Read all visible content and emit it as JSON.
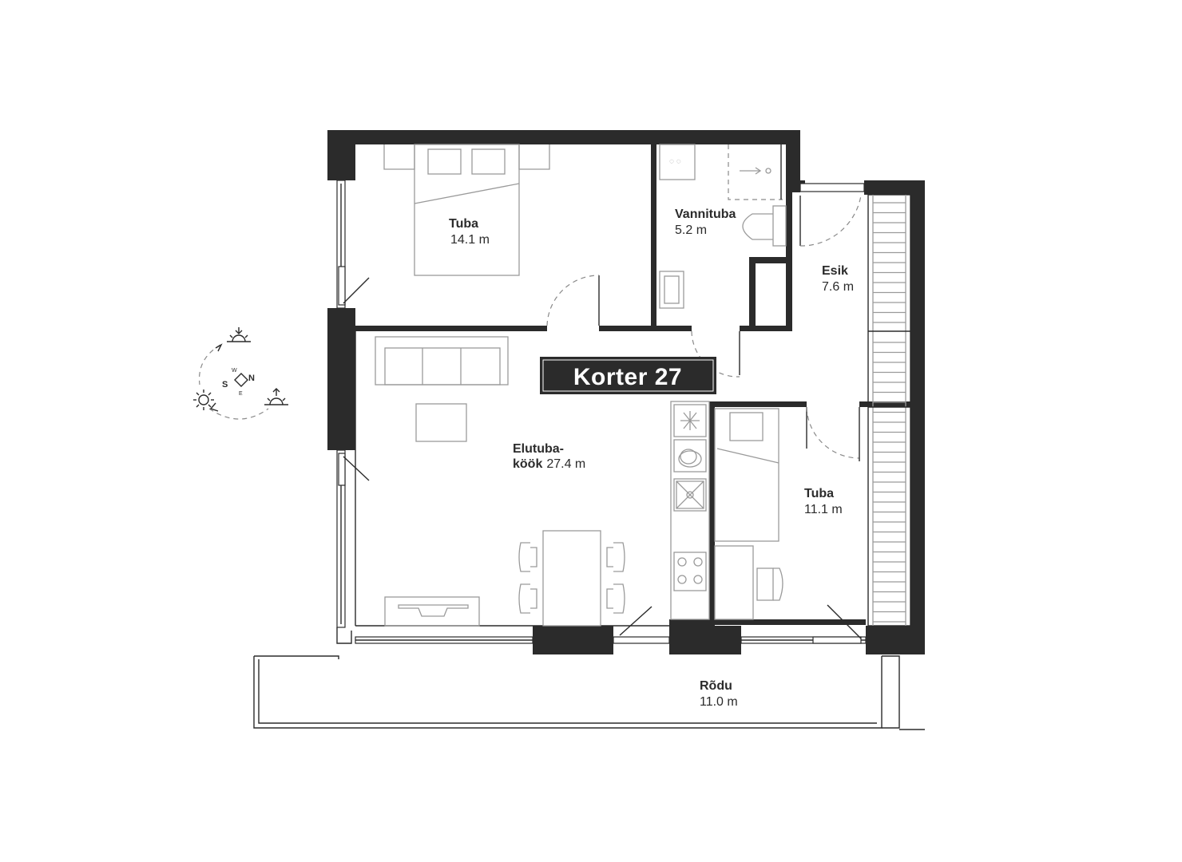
{
  "apartment": {
    "title": "Korter 27"
  },
  "rooms": {
    "bedroom_top": {
      "name": "Tuba",
      "area": "14.1 m"
    },
    "bathroom": {
      "name": "Vannituba",
      "area": "5.2 m"
    },
    "hall": {
      "name": "Esik",
      "area": "7.6 m"
    },
    "living": {
      "name_line1": "Elutuba-",
      "name_line2": "köök",
      "area": "27.4 m"
    },
    "bedroom_small": {
      "name": "Tuba",
      "area": "11.1 m"
    },
    "balcony": {
      "name": "Rõdu",
      "area": "11.0 m"
    }
  },
  "compass": {
    "south": "S",
    "north": "N",
    "west": "W",
    "east": "E"
  },
  "icons": [
    "sunrise-icon",
    "sun-icon",
    "sunset-icon",
    "compass-icon"
  ],
  "colors": {
    "wall": "#2b2b2b",
    "furniture": "#9a9a9a",
    "background": "#ffffff"
  }
}
